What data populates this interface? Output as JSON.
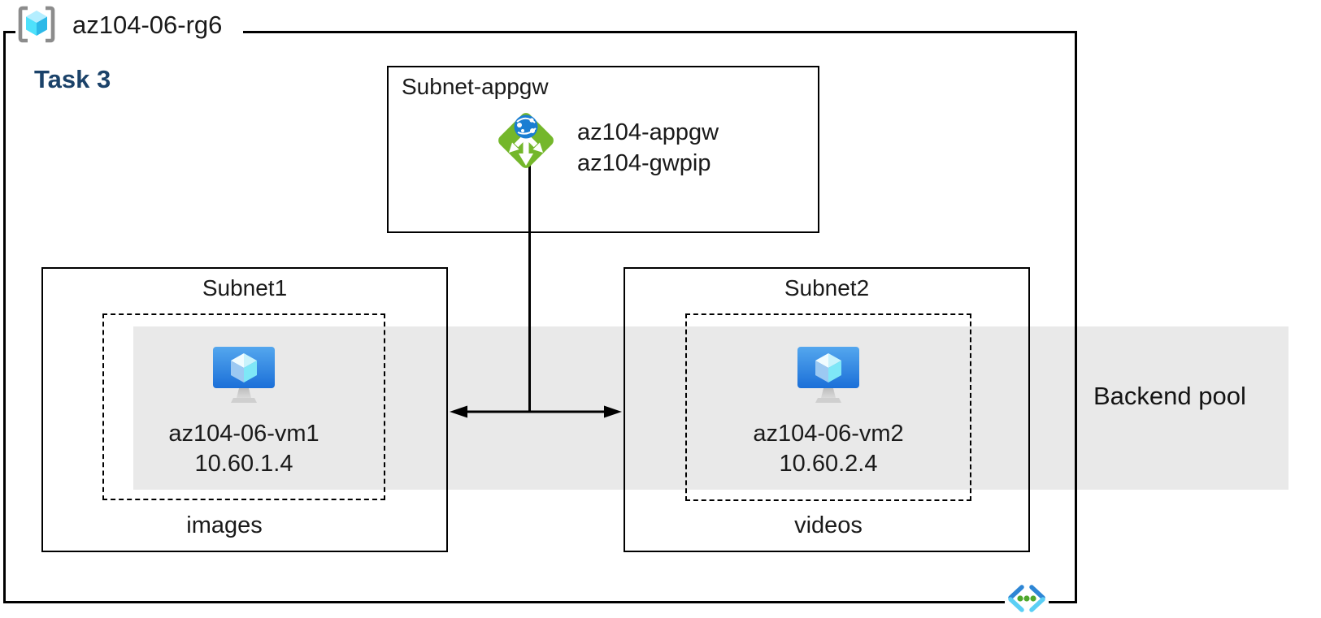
{
  "resource_group": {
    "name": "az104-06-rg6"
  },
  "task_label": "Task 3",
  "appgw_subnet": {
    "title": "Subnet-appgw",
    "gateway_name": "az104-appgw",
    "public_ip_name": "az104-gwpip"
  },
  "subnet1": {
    "title": "Subnet1",
    "vm_name": "az104-06-vm1",
    "vm_ip": "10.60.1.4",
    "caption": "images"
  },
  "subnet2": {
    "title": "Subnet2",
    "vm_name": "az104-06-vm2",
    "vm_ip": "10.60.2.4",
    "caption": "videos"
  },
  "backend_pool": {
    "label": "Backend pool"
  },
  "icons": {
    "resource_group": "resource-group-icon",
    "application_gateway": "application-gateway-icon",
    "virtual_machine": "virtual-machine-icon",
    "virtual_network": "virtual-network-icon"
  },
  "colors": {
    "task_label_blue": "#1B4269",
    "backend_band_gray": "#E9E9E9",
    "appgw_green": "#74B72B",
    "globe_blue": "#1A7ED2",
    "vm_blue_top": "#54A7EE",
    "vm_blue_bottom": "#1B6FD8",
    "cube_cyan": "#50E6FF",
    "line_black": "#000000"
  }
}
